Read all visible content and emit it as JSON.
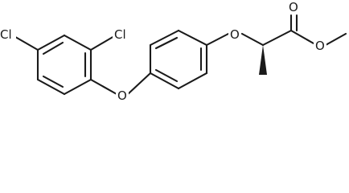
{
  "molecule": {
    "atoms": {
      "cl1": "Cl",
      "cl2": "Cl",
      "o_ether1": "O",
      "o_ether2": "O",
      "o_carbonyl": "O",
      "o_ester": "O"
    },
    "stereo": "wedge"
  }
}
